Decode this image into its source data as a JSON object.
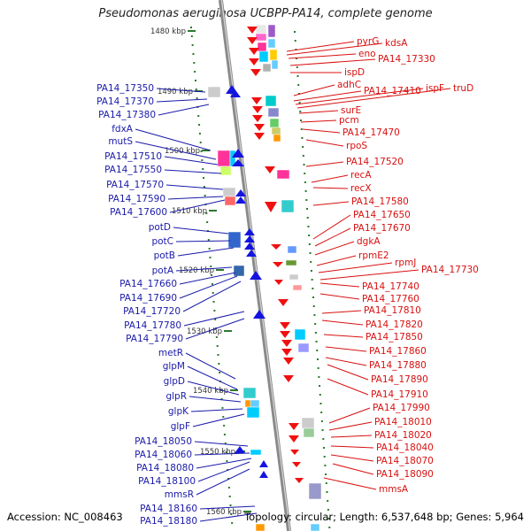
{
  "title": "Pseudomonas aeruginosa UCBPP-PA14, complete genome",
  "footer": {
    "accession": "Accession: NC_008463",
    "summary": "Topology: circular; Length: 6,537,648 bp; Genes: 5,964"
  },
  "colors": {
    "backbone": "#8a8a8a",
    "left_labels": "#1a1aaa",
    "right_labels": "#d81010",
    "tick": "#2c7a2c",
    "forward_gene": "#1414e0",
    "reverse_gene": "#f01010"
  },
  "ticks": [
    "1480 kbp",
    "1490 kbp",
    "1500 kbp",
    "1510 kbp",
    "1520 kbp",
    "1530 kbp",
    "1540 kbp",
    "1550 kbp",
    "1560 kbp"
  ],
  "left_genes": [
    "PA14_17350",
    "PA14_17370",
    "PA14_17380",
    "fdxA",
    "mutS",
    "PA14_17510",
    "PA14_17550",
    "PA14_17570",
    "PA14_17590",
    "PA14_17600",
    "potD",
    "potC",
    "potB",
    "potA",
    "PA14_17660",
    "PA14_17690",
    "PA14_17720",
    "PA14_17780",
    "PA14_17790",
    "metR",
    "glpM",
    "glpD",
    "glpR",
    "glpK",
    "glpF",
    "PA14_18050",
    "PA14_18060",
    "PA14_18080",
    "PA14_18100",
    "mmsR",
    "PA14_18160",
    "PA14_18180"
  ],
  "right_genes": [
    "pyrG",
    "kdsA",
    "eno",
    "PA14_17330",
    "ispD",
    "adhC",
    "PA14_17410",
    "ispF",
    "truD",
    "surE",
    "pcm",
    "PA14_17470",
    "rpoS",
    "PA14_17520",
    "recA",
    "recX",
    "PA14_17580",
    "PA14_17650",
    "PA14_17670",
    "dgkA",
    "rpmE2",
    "rpmJ",
    "PA14_17730",
    "PA14_17740",
    "PA14_17760",
    "PA14_17810",
    "PA14_17820",
    "PA14_17850",
    "PA14_17860",
    "PA14_17880",
    "PA14_17890",
    "PA14_17910",
    "PA14_17990",
    "PA14_18010",
    "PA14_18020",
    "PA14_18040",
    "PA14_18070",
    "PA14_18090",
    "mmsA"
  ]
}
